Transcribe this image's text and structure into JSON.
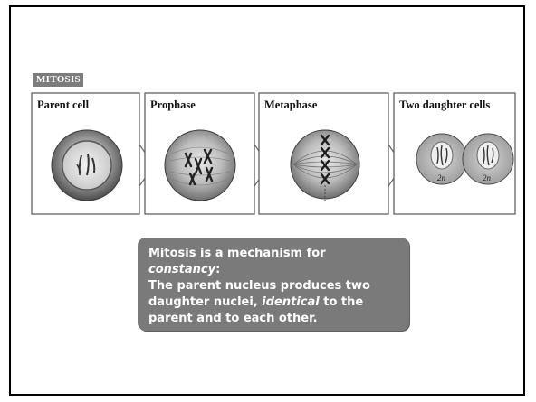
{
  "tag_label": "MITOSIS",
  "panels": [
    {
      "title": "Parent cell"
    },
    {
      "title": "Prophase"
    },
    {
      "title": "Metaphase"
    },
    {
      "title": "Two daughter cells",
      "labels": [
        "2n",
        "2n"
      ]
    }
  ],
  "callout": {
    "line1_a": "Mitosis is a mechanism for ",
    "line1_em": "constancy",
    "line1_b": ":",
    "line2": "The parent nucleus produces two",
    "line3_a": "daughter nuclei, ",
    "line3_em": "identical",
    "line3_b": " to the",
    "line4": "parent and to each other."
  }
}
